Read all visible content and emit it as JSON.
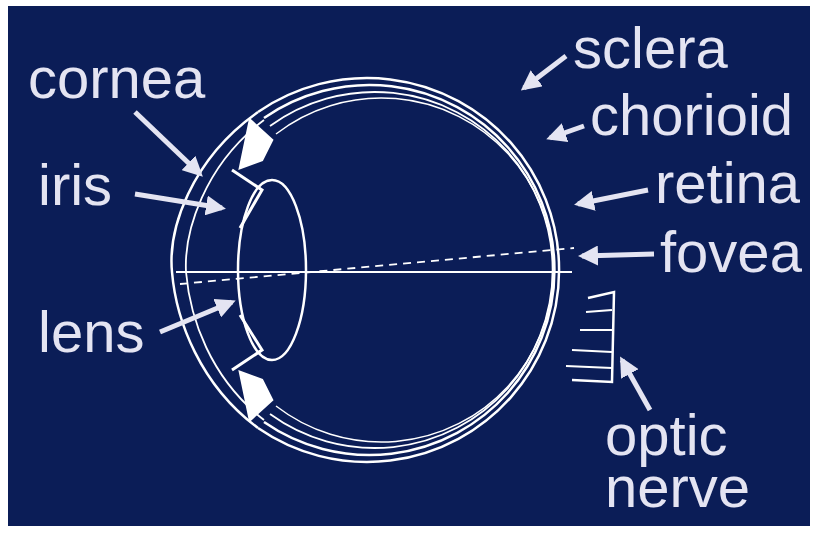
{
  "diagram": {
    "labels": [
      "cornea",
      "iris",
      "lens",
      "sclera",
      "chorioid",
      "retina",
      "fovea",
      "optic nerve"
    ]
  }
}
